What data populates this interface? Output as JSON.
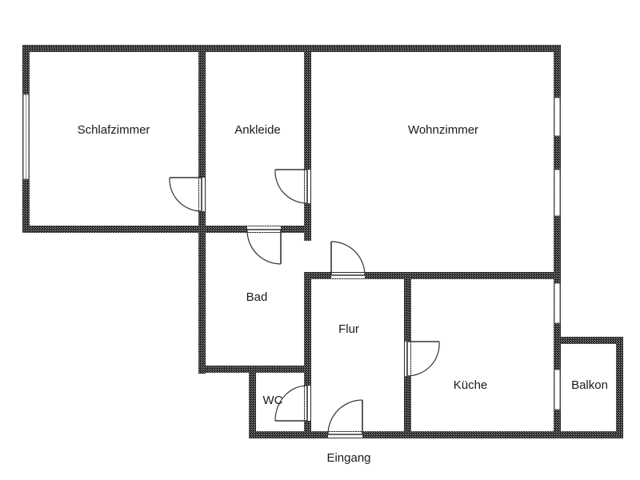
{
  "colors": {
    "wall": "#333333",
    "background": "#ffffff",
    "text": "#1a1a1a"
  },
  "rooms": {
    "schlafzimmer": "Schlafzimmer",
    "ankleide": "Ankleide",
    "wohnzimmer": "Wohnzimmer",
    "bad": "Bad",
    "flur": "Flur",
    "kueche": "Küche",
    "balkon": "Balkon",
    "wc": "WC"
  },
  "entrance": "Eingang"
}
